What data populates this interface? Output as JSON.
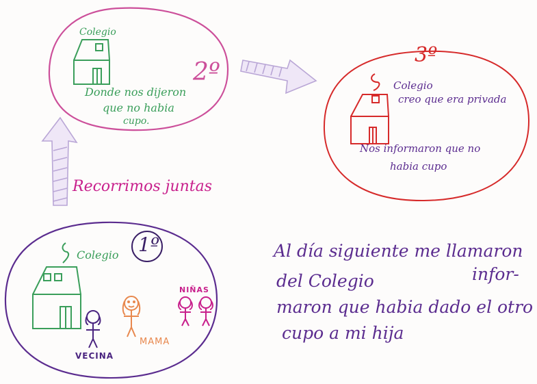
{
  "colors": {
    "green": "#3a9e5a",
    "pink": "#cc4f9a",
    "purple": "#5b2c8f",
    "red": "#d62a2a",
    "orange": "#e8884e",
    "magenta": "#c8208c",
    "arrow": "#b9a6d6"
  },
  "step2": {
    "number": "2º",
    "school_label": "Colegio",
    "note_line1": "Donde nos dijeron",
    "note_line2": "que no habia",
    "note_line3": "cupo."
  },
  "step3": {
    "number": "3º",
    "school_label": "Colegio",
    "school_note": "creo que era privada",
    "note_line1": "Nos informaron que no",
    "note_line2": "habia cupo"
  },
  "step1": {
    "number": "1º",
    "school_label": "Colegio",
    "neighbor_label": "VECINA",
    "mother_label": "MAMA",
    "girls_label": "NIÑAS"
  },
  "arrow_label": "Recorrimos juntas",
  "conclusion": {
    "line1": "Al día siguiente me llamaron",
    "line2a": "del Colegio",
    "line2b": "infor-",
    "line3": "maron que habia dado el otro",
    "line4": "cupo a mi hija"
  }
}
